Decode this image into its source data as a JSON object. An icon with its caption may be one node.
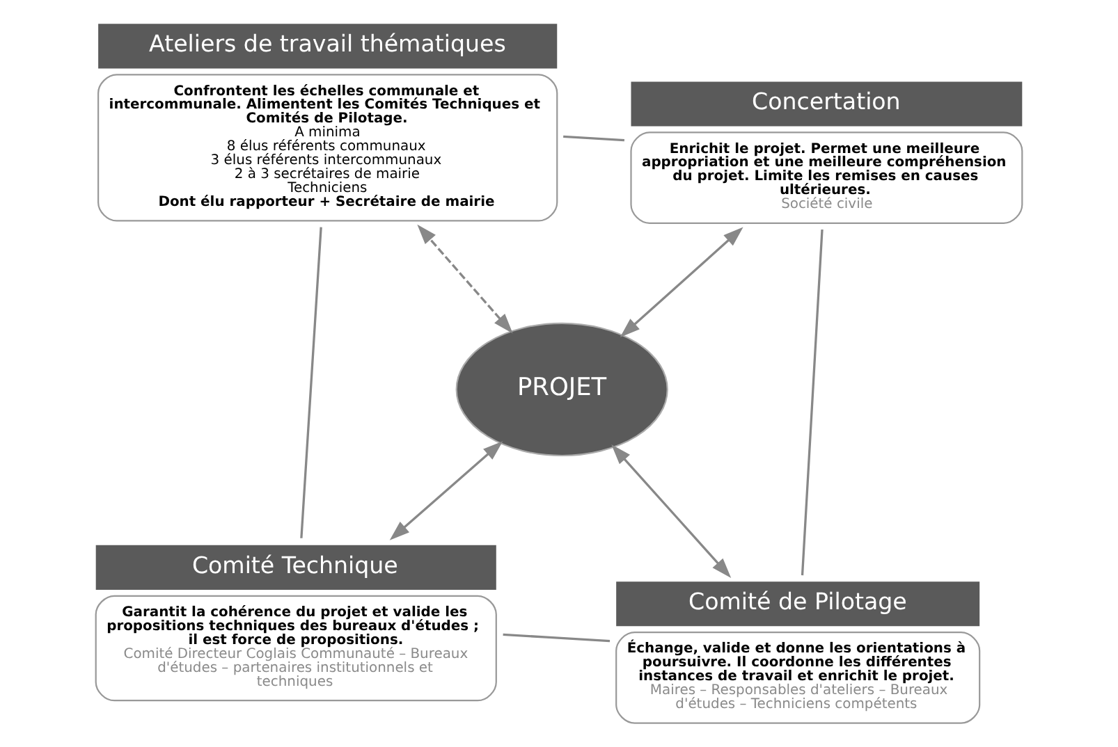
{
  "diagram": {
    "nodes": [
      {
        "text": [
          "Comité Technique",
          "Garantit la cohérence du projet et valide les propositions techniques des bureaux d'études ; il est force de propositions.",
          "Comité Directeur Coglais Communauté – Bureaux d'études – partenaires institutionnels et techniques"
        ]
      },
      {
        "text": [
          "Comité de Pilotage",
          "Échange, valide et donne les orientations à poursuivre. Il coordonne les différentes instances de travail et enrichit le projet.",
          "Maires – Responsables d'ateliers – Bureaux d'études – Techniciens compétents"
        ]
      },
      {
        "text": [
          "PROJET"
        ]
      },
      {
        "text": [
          "Ateliers de travail thématiques",
          "Confrontent les échelles communale et intercommunale. Alimentent les Comités Techniques et Comités de Pilotage.",
          "A minima",
          "8 élus référents communaux",
          "3 élus référents intercommunaux",
          "2 à 3 secrétaires de mairie",
          "Techniciens",
          "Dont élu rapporteur + Secrétaire de mairie"
        ]
      },
      {
        "text": [
          "Concertation",
          "Enrichit le projet. Permet une meilleure appropriation et une meilleure compréhension du projet. Limite les remises en causes ultérieures.",
          "Société civile"
        ]
      }
    ],
    "edges": [
      {
        "from": 2,
        "to": 0,
        "arrow": "both"
      },
      {
        "from": 2,
        "to": 1,
        "arrow": "both"
      },
      {
        "from": 2,
        "to": 3,
        "arrow": "both",
        "style": "dashed"
      },
      {
        "from": 2,
        "to": 4,
        "arrow": "both"
      },
      {
        "from": 0,
        "to": 1,
        "arrow": "none"
      },
      {
        "from": 1,
        "to": 4,
        "arrow": "none"
      },
      {
        "from": 4,
        "to": 3,
        "arrow": "none"
      },
      {
        "from": 3,
        "to": 0,
        "arrow": "none"
      }
    ]
  }
}
